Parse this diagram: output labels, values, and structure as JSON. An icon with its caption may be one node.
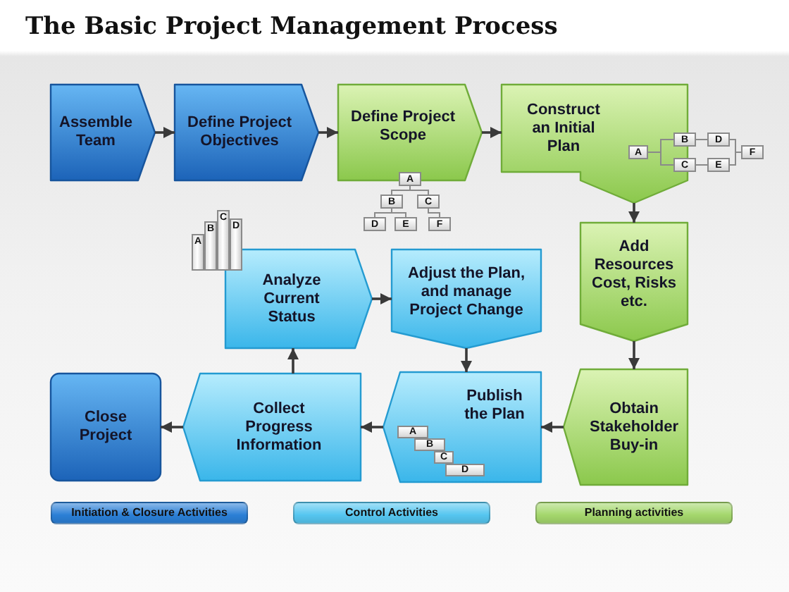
{
  "diagram": {
    "title": "The Basic Project Management Process",
    "nodes": [
      {
        "text": [
          "Assemble Team"
        ]
      },
      {
        "text": [
          "Define Project Objectives"
        ]
      },
      {
        "text": [
          "Define Project Scope"
        ]
      },
      {
        "text": [
          "Construct an Initial Plan"
        ]
      },
      {
        "text": [
          "A"
        ],
        "in": 3
      },
      {
        "text": [
          "B"
        ]
      },
      {
        "text": [
          "C"
        ]
      },
      {
        "text": [
          "D"
        ]
      },
      {
        "text": [
          "E"
        ]
      },
      {
        "text": [
          "F"
        ]
      },
      {
        "text": [
          "A"
        ]
      },
      {
        "text": [
          "B"
        ]
      },
      {
        "text": [
          "C"
        ]
      },
      {
        "text": [
          "D"
        ]
      },
      {
        "text": [
          "E"
        ]
      },
      {
        "text": [
          "F"
        ]
      },
      {
        "text": [
          "A"
        ]
      },
      {
        "text": [
          "B"
        ]
      },
      {
        "text": [
          "C"
        ]
      },
      {
        "text": [
          "D"
        ]
      },
      {
        "text": [
          "Analyze Current Status"
        ]
      },
      {
        "text": [
          "Adjust the Plan, and manage Project Change"
        ]
      },
      {
        "text": [
          "Add Resources Cost, Risks etc."
        ]
      },
      {
        "text": [
          "Close Project"
        ]
      },
      {
        "text": [
          "Collect Progress Information"
        ]
      },
      {
        "text": [
          "Publish the Plan"
        ]
      },
      {
        "text": [
          "A"
        ],
        "in": 25
      },
      {
        "text": [
          "B"
        ],
        "in": 25
      },
      {
        "text": [
          "C"
        ],
        "in": 25
      },
      {
        "text": [
          "D"
        ],
        "in": 25
      },
      {
        "text": [
          "Obtain Stakeholder Buy-in"
        ]
      }
    ],
    "edges": [
      {
        "from": 0,
        "to": 1,
        "arrow": "to"
      },
      {
        "from": 1,
        "to": 2,
        "arrow": "to"
      },
      {
        "from": 2,
        "to": 3,
        "arrow": "to"
      },
      {
        "from": 3,
        "to": 22,
        "arrow": "to"
      },
      {
        "from": 22,
        "to": 30,
        "arrow": "to"
      },
      {
        "from": 30,
        "to": 25,
        "arrow": "to"
      },
      {
        "from": 25,
        "to": 24,
        "arrow": "to"
      },
      {
        "from": 24,
        "to": 20,
        "arrow": "to"
      },
      {
        "from": 20,
        "to": 21,
        "arrow": "to"
      },
      {
        "from": 21,
        "to": 25,
        "arrow": "to"
      },
      {
        "from": 24,
        "to": 23,
        "arrow": "to"
      },
      {
        "from": 4,
        "to": 5,
        "arrow": "none"
      },
      {
        "from": 4,
        "to": 6,
        "arrow": "none"
      },
      {
        "from": 5,
        "to": 7,
        "arrow": "none"
      },
      {
        "from": 6,
        "to": 8,
        "arrow": "none"
      },
      {
        "from": 7,
        "to": 9,
        "arrow": "none"
      },
      {
        "from": 8,
        "to": 9,
        "arrow": "none"
      },
      {
        "from": 10,
        "to": 11,
        "arrow": "none"
      },
      {
        "from": 10,
        "to": 12,
        "arrow": "none"
      },
      {
        "from": 11,
        "to": 13,
        "arrow": "none"
      },
      {
        "from": 11,
        "to": 14,
        "arrow": "none"
      },
      {
        "from": 12,
        "to": 15,
        "arrow": "none"
      }
    ],
    "legend": [
      {
        "text": "Initiation & Closure Activities",
        "color": "#2b7fd6"
      },
      {
        "text": "Control Activities",
        "color": "#55c6f0"
      },
      {
        "text": "Planning activities",
        "color": "#a4d76c"
      }
    ]
  }
}
